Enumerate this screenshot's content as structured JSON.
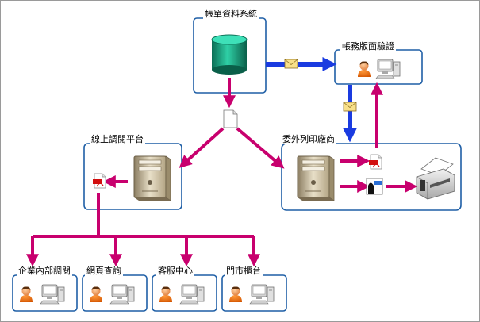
{
  "nodes": {
    "billing_system": {
      "label": "帳單資料系統"
    },
    "billing_verify": {
      "label": "帳務版面驗證"
    },
    "online_platform": {
      "label": "線上調閱平台"
    },
    "print_vendor": {
      "label": "委外列印廠商"
    },
    "internal": {
      "label": "企業內部調閱"
    },
    "web": {
      "label": "網頁查詢"
    },
    "service": {
      "label": "客服中心"
    },
    "store": {
      "label": "門市櫃台"
    }
  },
  "colors": {
    "box_border": "#1f5fa6",
    "flow_arrow": "#c8006e",
    "data_arrow": "#1a3be0",
    "database": "#1b9a7a"
  },
  "icons": [
    "database-icon",
    "envelope-icon",
    "document-icon",
    "server-icon",
    "pdf-icon",
    "afp-icon",
    "printer-icon",
    "user-icon",
    "workstation-icon"
  ]
}
